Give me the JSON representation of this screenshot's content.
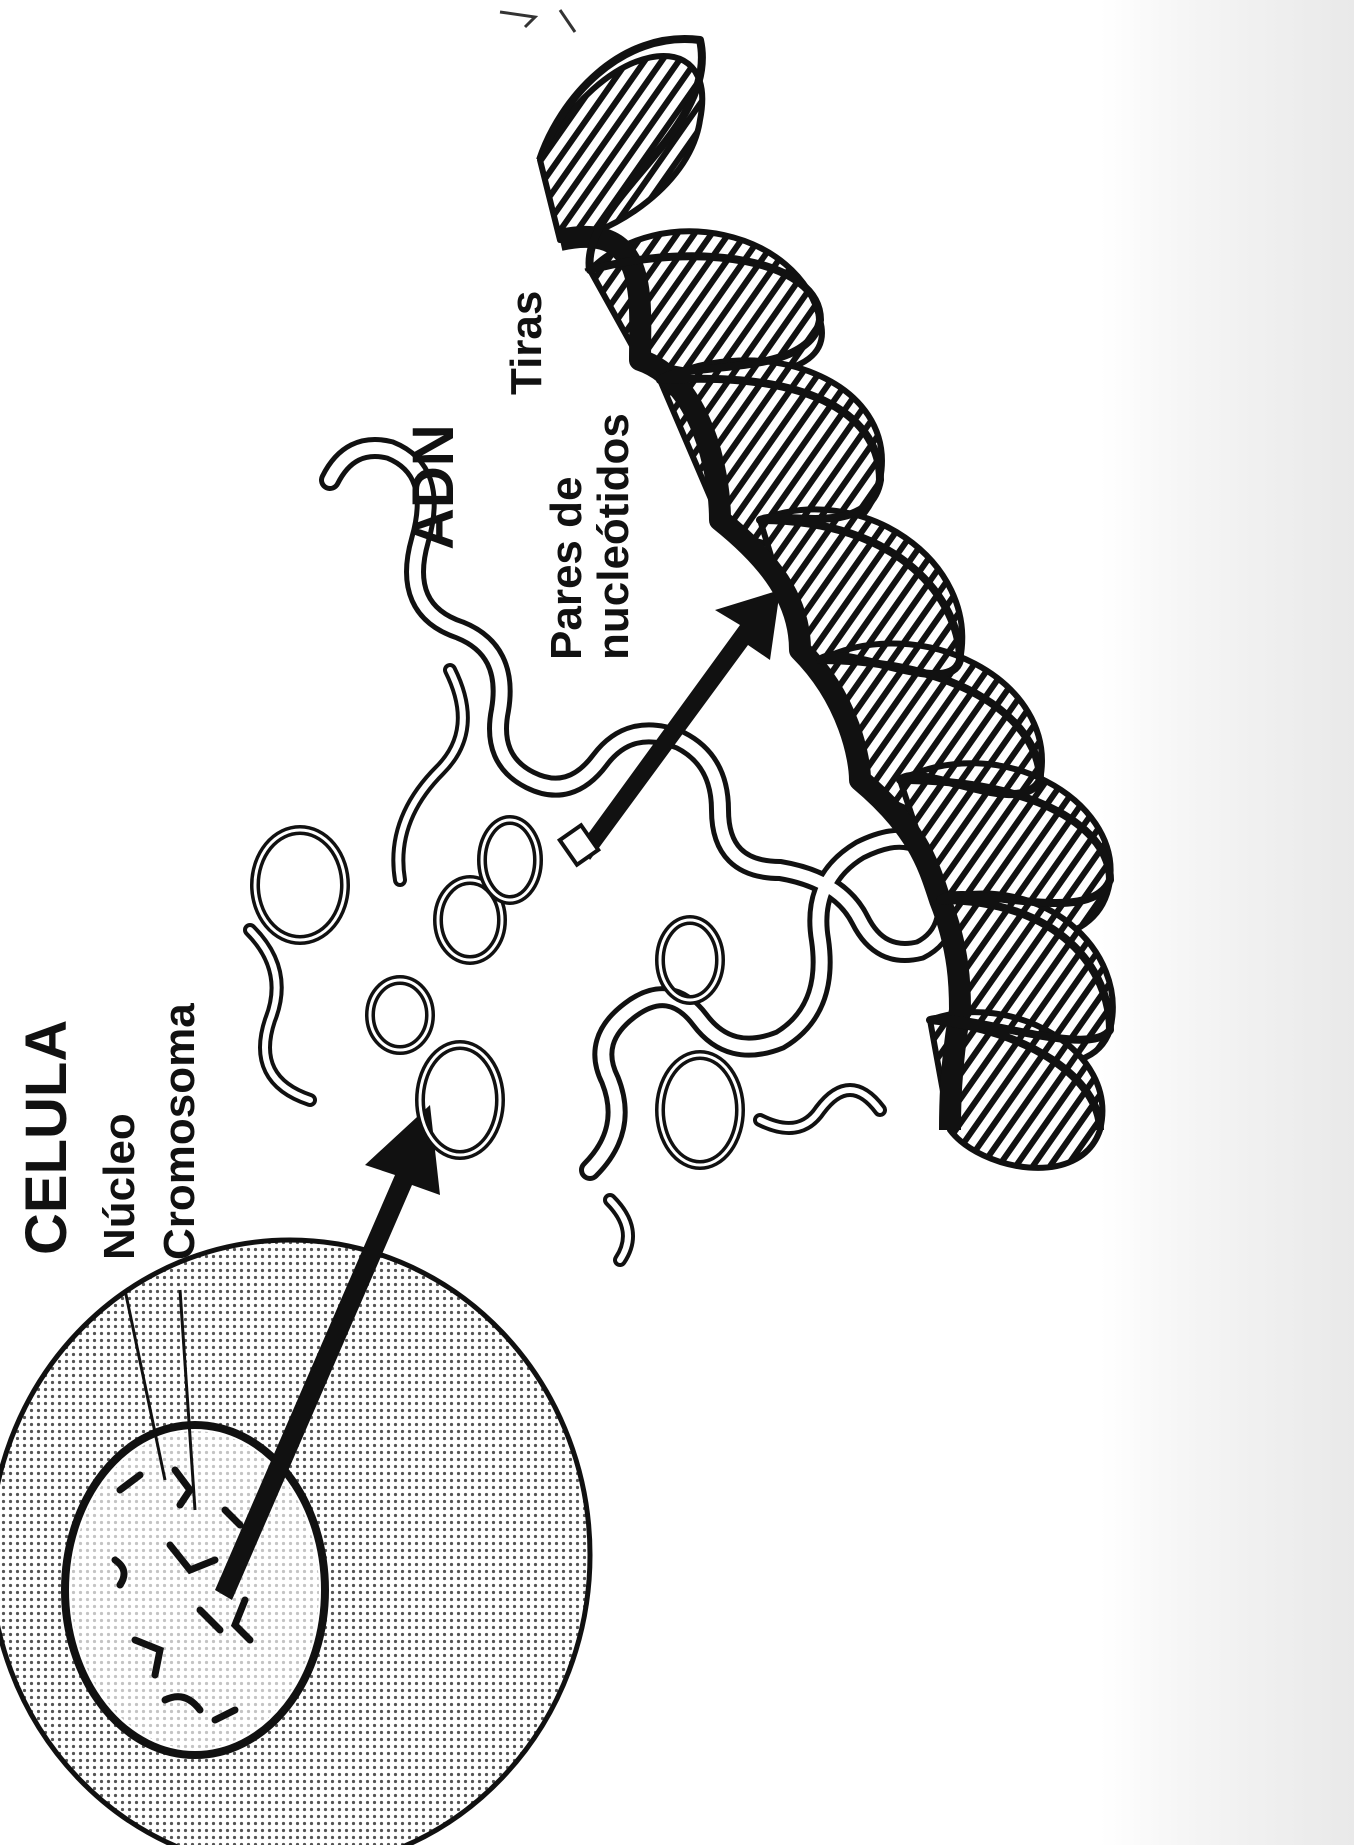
{
  "labels": {
    "cell_title": "CELULA",
    "nucleus": "Núcleo",
    "chromosome": "Cromosoma",
    "dna_title": "ADN",
    "nucleotide_pairs_line1": "Pares de",
    "nucleotide_pairs_line2": "nucleótidos",
    "strands": "Tiras"
  },
  "colors": {
    "ink": "#111111",
    "cell_fill": "#d8d8d8",
    "paper": "#ffffff"
  },
  "icons": [
    "cell-icon",
    "nucleus-icon",
    "chromosome-icon",
    "dna-helix-icon",
    "arrow-icon"
  ]
}
